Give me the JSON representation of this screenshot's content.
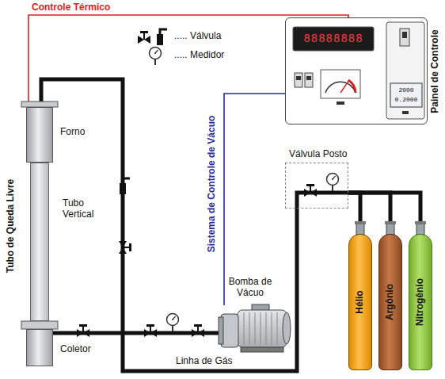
{
  "diagram": {
    "nodes": [
      {
        "text": [
          "Painel de Controle"
        ]
      },
      {
        "text": [
          "Forno"
        ]
      },
      {
        "text": [
          "Válvula Posto"
        ]
      },
      {
        "text": [
          "Tubo Vertical"
        ]
      },
      {
        "text": [
          "Bomba de Vácuo"
        ]
      },
      {
        "text": [
          "Coletor"
        ]
      },
      {
        "text": [
          "Hélio"
        ]
      },
      {
        "text": [
          "Argônio"
        ]
      },
      {
        "text": [
          "Nitrogênio"
        ]
      }
    ],
    "edges": [
      {
        "from": 0,
        "to": 1,
        "arrow": "none",
        "label": "Controle Térmico"
      },
      {
        "from": 0,
        "to": 4,
        "arrow": "none",
        "label": "Sistema de Controle de Vácuo"
      },
      {
        "from": 2,
        "to": 1,
        "arrow": "none",
        "label": "Linha de Gás"
      },
      {
        "from": 4,
        "to": 5,
        "arrow": "none"
      },
      {
        "from": 2,
        "to": 6,
        "arrow": "none"
      },
      {
        "from": 2,
        "to": 7,
        "arrow": "none"
      },
      {
        "from": 2,
        "to": 8,
        "arrow": "none"
      }
    ],
    "labels": [
      "Tubo de Queda Livre",
      "88888888",
      "2000",
      "0.2000"
    ],
    "legend": [
      {
        "text": "..... Válvula"
      },
      {
        "text": "..... Medidor"
      }
    ]
  }
}
